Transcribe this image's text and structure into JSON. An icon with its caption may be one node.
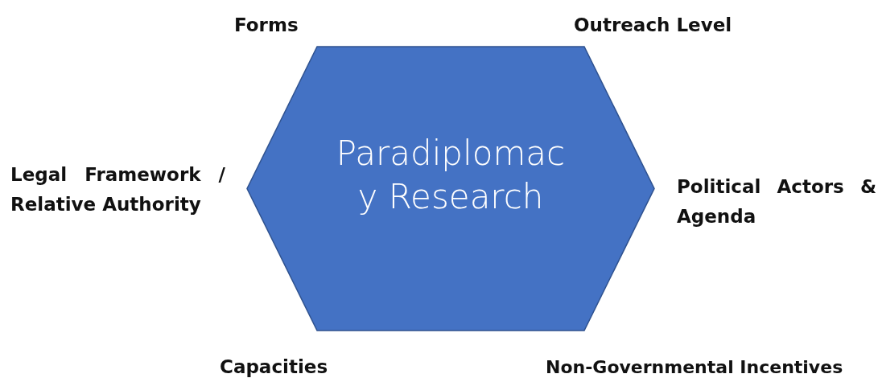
{
  "diagram": {
    "nodes": [
      {
        "text": [
          "Paradiplomac y Research"
        ]
      }
    ],
    "labels": [
      "Forms",
      "Outreach Level",
      "Legal Framework / Relative Authority",
      "Political Actors & Agenda",
      "Capacities",
      "Non-Governmental Incentives"
    ]
  }
}
